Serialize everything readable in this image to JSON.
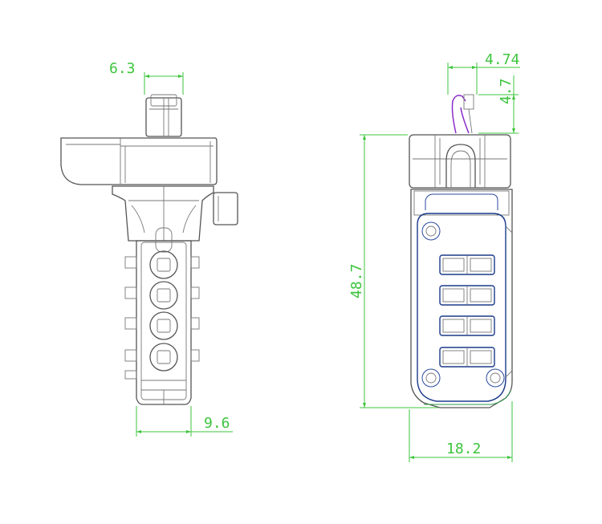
{
  "drawing": {
    "colors": {
      "dimension": "#3cc43c",
      "outline": "#555555",
      "dial_window": "#1a3a8a",
      "shackle": "#8a2cc8"
    },
    "dimensions": {
      "side_top_width": "6.3",
      "side_bottom_width": "9.6",
      "front_shackle_width": "4.74",
      "front_shackle_height": "4.7",
      "front_height": "48.7",
      "front_width": "18.2"
    }
  }
}
